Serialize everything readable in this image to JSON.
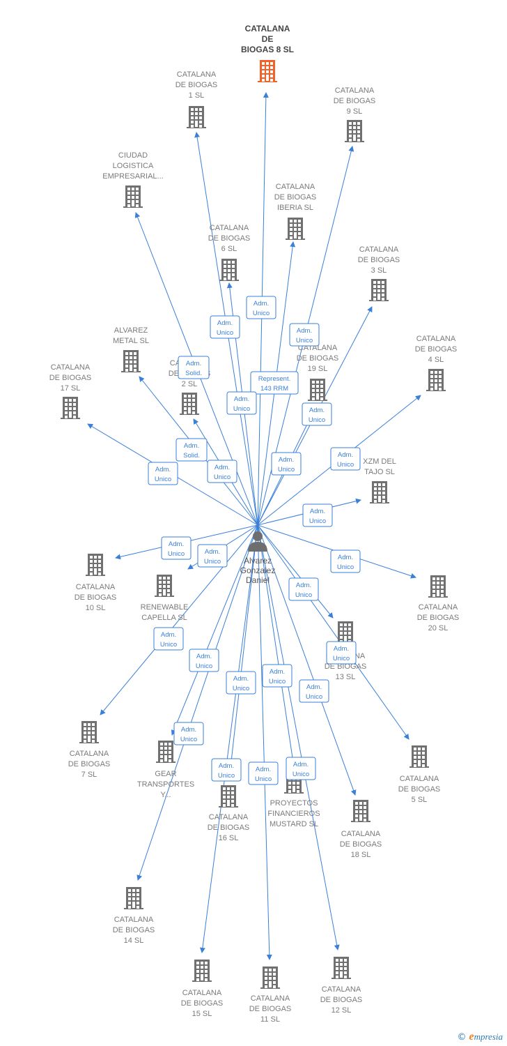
{
  "center": {
    "lines": [
      "Alvarez",
      "Gonzalez",
      "Daniel"
    ],
    "icon": "person-icon"
  },
  "colors": {
    "edge": "#3a7fd8",
    "building": "#707070",
    "highlight": "#f0622a"
  },
  "companies": [
    {
      "id": "biogas8",
      "lines": [
        "CATALANA",
        "DE",
        "BIOGAS 8  SL"
      ],
      "highlight": true
    },
    {
      "id": "biogas1",
      "lines": [
        "CATALANA",
        "DE BIOGAS",
        "1  SL"
      ]
    },
    {
      "id": "biogas9",
      "lines": [
        "CATALANA",
        "DE BIOGAS",
        "9  SL"
      ]
    },
    {
      "id": "ciudad",
      "lines": [
        "CIUDAD",
        "LOGISTICA",
        "EMPRESARIAL..."
      ]
    },
    {
      "id": "iberia",
      "lines": [
        "CATALANA",
        "DE BIOGAS",
        "IBERIA  SL"
      ]
    },
    {
      "id": "biogas6",
      "lines": [
        "CATALANA",
        "DE BIOGAS",
        "6  SL"
      ]
    },
    {
      "id": "biogas3",
      "lines": [
        "CATALANA",
        "DE BIOGAS",
        "3  SL"
      ]
    },
    {
      "id": "alvarezmetal",
      "lines": [
        "ALVAREZ",
        "METAL  SL"
      ]
    },
    {
      "id": "biogas19",
      "lines": [
        "CATALANA",
        "DE BIOGAS",
        "19  SL"
      ]
    },
    {
      "id": "biogas4",
      "lines": [
        "CATALANA",
        "DE BIOGAS",
        "4  SL"
      ]
    },
    {
      "id": "biogas2",
      "lines": [
        "CATALANA",
        "DE BIOGAS",
        "2  SL"
      ]
    },
    {
      "id": "biogas17",
      "lines": [
        "CATALANA",
        "DE BIOGAS",
        "17  SL"
      ]
    },
    {
      "id": "xzm",
      "lines": [
        "XZM DEL",
        "TAJO SL"
      ]
    },
    {
      "id": "biogas10",
      "lines": [
        "CATALANA",
        "DE BIOGAS",
        "10  SL"
      ]
    },
    {
      "id": "renewable",
      "lines": [
        "RENEWABLE",
        "CAPELLA  SL"
      ]
    },
    {
      "id": "biogas20",
      "lines": [
        "CATALANA",
        "DE BIOGAS",
        "20  SL"
      ]
    },
    {
      "id": "biogas13",
      "lines": [
        "CATALANA",
        "DE BIOGAS",
        "13  SL"
      ]
    },
    {
      "id": "biogas7",
      "lines": [
        "CATALANA",
        "DE BIOGAS",
        "7  SL"
      ]
    },
    {
      "id": "gear",
      "lines": [
        "GEAR",
        "TRANSPORTES",
        "Y..."
      ]
    },
    {
      "id": "biogas16",
      "lines": [
        "CATALANA",
        "DE BIOGAS",
        "16  SL"
      ]
    },
    {
      "id": "mustard",
      "lines": [
        "PROYECTOS",
        "FINANCIEROS",
        "MUSTARD  SL"
      ]
    },
    {
      "id": "biogas18",
      "lines": [
        "CATALANA",
        "DE BIOGAS",
        "18  SL"
      ]
    },
    {
      "id": "biogas5",
      "lines": [
        "CATALANA",
        "DE BIOGAS",
        "5  SL"
      ]
    },
    {
      "id": "biogas14",
      "lines": [
        "CATALANA",
        "DE BIOGAS",
        "14  SL"
      ]
    },
    {
      "id": "biogas15",
      "lines": [
        "CATALANA",
        "DE BIOGAS",
        "15  SL"
      ]
    },
    {
      "id": "biogas11",
      "lines": [
        "CATALANA",
        "DE BIOGAS",
        "11  SL"
      ]
    },
    {
      "id": "biogas12",
      "lines": [
        "CATALANA",
        "DE BIOGAS",
        "12  SL"
      ]
    }
  ],
  "edges": [
    {
      "target": "biogas8",
      "label": [
        "Adm.",
        "Unico"
      ]
    },
    {
      "target": "biogas1",
      "label": [
        "Adm.",
        "Unico"
      ]
    },
    {
      "target": "biogas9",
      "label": [
        "Adm.",
        "Unico"
      ]
    },
    {
      "target": "ciudad",
      "label": [
        "Adm.",
        "Solid."
      ]
    },
    {
      "target": "iberia",
      "label": [
        "Represent.",
        "143 RRM"
      ]
    },
    {
      "target": "biogas6",
      "label": [
        "Adm.",
        "Unico"
      ]
    },
    {
      "target": "biogas3",
      "label": [
        "Adm.",
        "Unico"
      ]
    },
    {
      "target": "alvarezmetal",
      "label": [
        "Adm.",
        "Solid."
      ]
    },
    {
      "target": "biogas19",
      "label": [
        "Adm.",
        "Unico"
      ]
    },
    {
      "target": "biogas4",
      "label": [
        "Adm.",
        "Unico"
      ]
    },
    {
      "target": "biogas2",
      "label": [
        "Adm.",
        "Unico"
      ]
    },
    {
      "target": "biogas17",
      "label": [
        "Adm.",
        "Unico"
      ]
    },
    {
      "target": "xzm",
      "label": [
        "Adm.",
        "Unico"
      ]
    },
    {
      "target": "biogas10",
      "label": [
        "Adm.",
        "Unico"
      ]
    },
    {
      "target": "renewable",
      "label": [
        "Adm.",
        "Unico"
      ]
    },
    {
      "target": "biogas20",
      "label": [
        "Adm.",
        "Unico"
      ]
    },
    {
      "target": "biogas13",
      "label": [
        "Adm.",
        "Unico"
      ]
    },
    {
      "target": "biogas7",
      "label": [
        "Adm.",
        "Unico"
      ]
    },
    {
      "target": "gear",
      "label": [
        "Adm.",
        "Unico"
      ]
    },
    {
      "target": "biogas16",
      "label": [
        "Adm.",
        "Unico"
      ]
    },
    {
      "target": "mustard",
      "label": [
        "Adm.",
        "Unico"
      ]
    },
    {
      "target": "biogas18",
      "label": [
        "Adm.",
        "Unico"
      ]
    },
    {
      "target": "biogas5",
      "label": [
        "Adm.",
        "Unico"
      ]
    },
    {
      "target": "biogas14",
      "label": [
        "Adm.",
        "Unico"
      ]
    },
    {
      "target": "biogas15",
      "label": [
        "Adm.",
        "Unico"
      ]
    },
    {
      "target": "biogas11",
      "label": [
        "Adm.",
        "Unico"
      ]
    },
    {
      "target": "biogas12",
      "label": [
        "Adm.",
        "Unico"
      ]
    }
  ],
  "brand": {
    "copyright": "©",
    "initial": "e",
    "name": "mpresia"
  }
}
